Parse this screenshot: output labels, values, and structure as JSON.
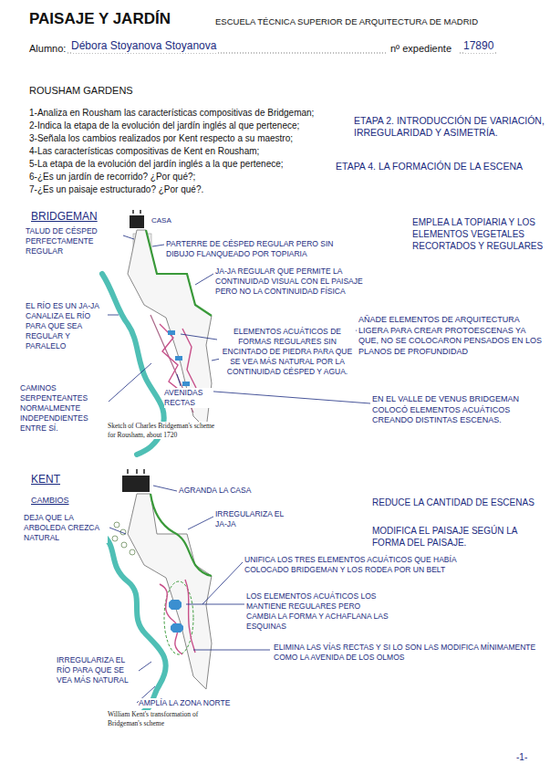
{
  "diagram": {
    "title": "PAISAJE Y JARDÍN",
    "labels": [
      "ESCUELA TÉCNICA SUPERIOR DE ARQUITECTURA DE MADRID",
      "Alumno:",
      "Débora Stoyanova Stoyanova",
      "nº expediente",
      "17890",
      "ROUSHAM GARDENS",
      "1-Analiza en Rousham las características compositivas de Bridgeman;",
      "2-Indica la etapa de la evolución del jardín inglés al que pertenece;",
      "ETAPA 2. INTRODUCCIÓN DE VARIACIÓN, IRREGULARIDAD Y ASIMETRÍA.",
      "3-Señala los cambios realizados por Kent respecto a su maestro;",
      "4-Las características compositivas de Kent en Rousham;",
      "5-La etapa de la evolución del jardín inglés a la que pertenece;",
      "ETAPA 4. LA FORMACIÓN DE LA ESCENA",
      "6-¿Es un jardín de recorrido? ¿Por qué?;",
      "7-¿Es un paisaje estructurado? ¿Por qué?.",
      "BRIDGEMAN",
      "CASA",
      "TALUD DE CÉSPED PERFECTAMENTE REGULAR",
      "PARTERRE DE CÉSPED REGULAR PERO SIN DIBUJO FLANQUEADO POR TOPIARIA",
      "EMPLEA LA TOPIARIA Y LOS ELEMENTOS VEGETALES RECORTADOS Y REGULARES",
      "JA-JA REGULAR QUE PERMITE LA CONTINUIDAD VISUAL CON EL PAISAJE PERO NO LA CONTINUIDAD FÍSICA",
      "EL RÍO ES UN JA-JA CANALIZA EL RÍO PARA QUE SEA REGULAR Y PARALELO",
      "ELEMENTOS ACUÁTICOS DE FORMAS REGULARES SIN ENCINTADO DE PIEDRA PARA QUE SE VEA MÁS NATURAL POR LA CONTINUIDAD CÉSPED Y AGUA.",
      "AÑADE ELEMENTOS DE ARQUITECTURA LIGERA PARA CREAR PROTOESCENAS YA QUE, NO SE COLOCARON PENSADOS EN LOS PLANOS DE PROFUNDIDAD",
      "CAMINOS SERPENTEANTES NORMALMENTE INDEPENDIENTES ENTRE SÍ.",
      "AVENIDAS RECTAS",
      "Sketch of Charles Bridgeman's scheme for Rousham, about 1720",
      "EN EL VALLE DE VENUS BRIDGEMAN COLOCÓ ELEMENTOS ACUÁTICOS CREANDO DISTINTAS ESCENAS.",
      "KENT",
      "CAMBIOS",
      "AGRANDA LA CASA",
      "DEJA QUE LA ARBOLEDA CREZCA NATURAL",
      "IRREGULARIZA EL JA-JA",
      "REDUCE LA CANTIDAD DE ESCENAS",
      "MODIFICA EL PAISAJE SEGÚN LA FORMA DEL PAISAJE.",
      "UNIFICA LOS TRES ELEMENTOS ACUÁTICOS QUE HABÍA COLOCADO BRIDGEMAN Y LOS RODEA POR UN BELT",
      "LOS ELEMENTOS ACUÁTICOS LOS MANTIENE REGULARES PERO CAMBIA LA FORMA Y ACHAFLANA LAS ESQUINAS",
      "ELIMINA LAS VÍAS RECTAS Y SI LO SON LAS MODIFICA MÍNIMAMENTE COMO LA AVENIDA DE LOS OLMOS",
      "IRREGULARIZA EL RÍO PARA QUE SE VEA MÁS NATURAL",
      "AMPLÍA LA ZONA NORTE",
      "William Kent's transformation of Bridgeman's scheme",
      "-1-"
    ]
  }
}
